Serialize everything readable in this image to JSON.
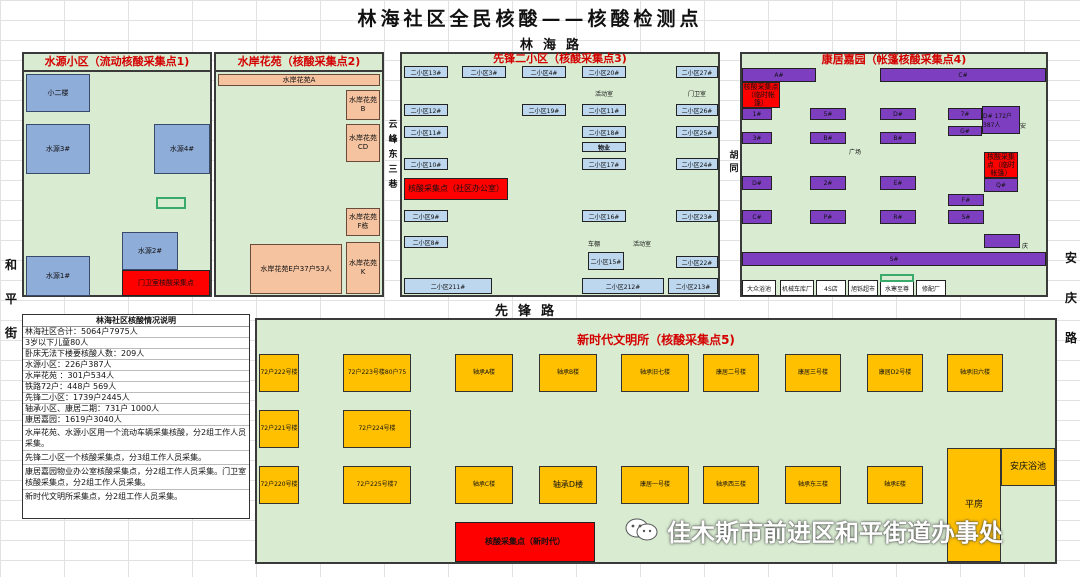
{
  "title": "林海社区全民核酸——核酸检测点",
  "roads": {
    "top": "林海路",
    "middle": "先锋路",
    "left": [
      "和",
      "平",
      "街"
    ],
    "right": [
      "安",
      "庆",
      "路"
    ],
    "yunfeng": [
      "云",
      "峰",
      "东",
      "三",
      "巷"
    ],
    "hutong": [
      "胡",
      "同"
    ]
  },
  "p1": {
    "title": "水源小区（流动核酸采集点1)",
    "blocks": [
      "小二楼",
      "水源3#",
      "水源4#",
      "水源2#",
      "水源1#"
    ],
    "red": "门卫室核酸采集点"
  },
  "p2": {
    "title": "水岸花苑（核酸采集点2)",
    "top": "水岸花苑A",
    "blocks": [
      "水岸花苑B",
      "水岸花苑CD",
      "水岸花苑F栋",
      "水岸花苑E户37户53人",
      "水岸花苑K"
    ]
  },
  "p3": {
    "title": "先锋二小区（核酸采集点3)",
    "blocks": [
      "二小区13#",
      "二小区3#",
      "二小区4#",
      "二小区20#",
      "二小区27#",
      "二小区12#",
      "二小区19#",
      "二小区26#",
      "二小区11#",
      "二小区18#",
      "二小区25#",
      "二小区10#",
      "二小区17#",
      "二小区24#",
      "二小区9#",
      "二小区16#",
      "二小区23#",
      "二小区8#",
      "二小区22#",
      "二小区15#",
      "二小区211#",
      "二小区212#",
      "二小区213#"
    ],
    "labels": [
      "活动室",
      "门卫室",
      "物业",
      "车棚",
      "活动室"
    ],
    "red": "核酸采集点（社区办公室）"
  },
  "p4": {
    "title": "康居嘉园（帐篷核酸采集点4)",
    "blocks": [
      "A#",
      "C#",
      "1#",
      "5#",
      "D#",
      "7#",
      "G#",
      "3#",
      "B#",
      "B#",
      "D#",
      "2#",
      "E#",
      "Q#",
      "F#",
      "C#",
      "P#",
      "R#",
      "S#"
    ],
    "buildingD": "D# 172户 387人",
    "red1": "核酸采集点（临时帐篷）",
    "red2": "核酸采集点（临时帐篷）",
    "labels": [
      "安",
      "广场",
      "庆"
    ],
    "shops": [
      "大众浴池",
      "机械车库厂",
      "4S店",
      "旭铄超市",
      "水寒至尊",
      "修配厂"
    ]
  },
  "legend": {
    "title": "林海社区核酸情况说明",
    "rows": [
      "林海社区合计：5064户7975人",
      "3岁以下儿童80人",
      "卧床无法下楼要核酸人数：209人",
      "水源小区：226户387人",
      "水岸花苑 ：301户534人",
      "铁路72户：448户 569人",
      "先锋二小区：1739户2445人",
      "轴承小区、康居二期：731户 1000人",
      "康居嘉园：1619户3040人",
      "水岸花苑、水源小区用一个流动车辆采集核酸，分2组工作人员采集。",
      "先锋二小区一个核酸采集点，分3组工作人员采集。",
      "康居嘉园物业办公室核酸采集点，分2组工作人员采集。门卫室核酸采集点，分2组工作人员采集。",
      "新时代文明所采集点，分2组工作人员采集。"
    ]
  },
  "p5": {
    "title": "新时代文明所（核酸采集点5)",
    "row1": [
      "72户222号楼",
      "72户223号楼80户75",
      "轴承A楼",
      "轴承B楼",
      "轴承旧七楼",
      "康居二号楼",
      "康居三号楼",
      "康居D2号楼",
      "轴承旧六楼"
    ],
    "row2": [
      "72户221号楼",
      "72户224号楼"
    ],
    "row3": [
      "72户220号楼",
      "72户225号楼7",
      "轴承C楼",
      "轴承D楼",
      "康居一号楼",
      "轴承西三楼",
      "轴承东三楼",
      "轴承E楼"
    ],
    "pingfang": "平房",
    "yuchi": "安庆浴池",
    "red": "核酸采集点（新时代）"
  },
  "watermark": "佳木斯市前进区和平街道办事处",
  "colors": {
    "panel": "#d9ecd2",
    "blue": "#8fadd9",
    "orange": "#f6c3a0",
    "lightblue": "#bdd7ee",
    "purple": "#7d3fc0",
    "red": "#ff0000",
    "yellow": "#ffc000"
  }
}
